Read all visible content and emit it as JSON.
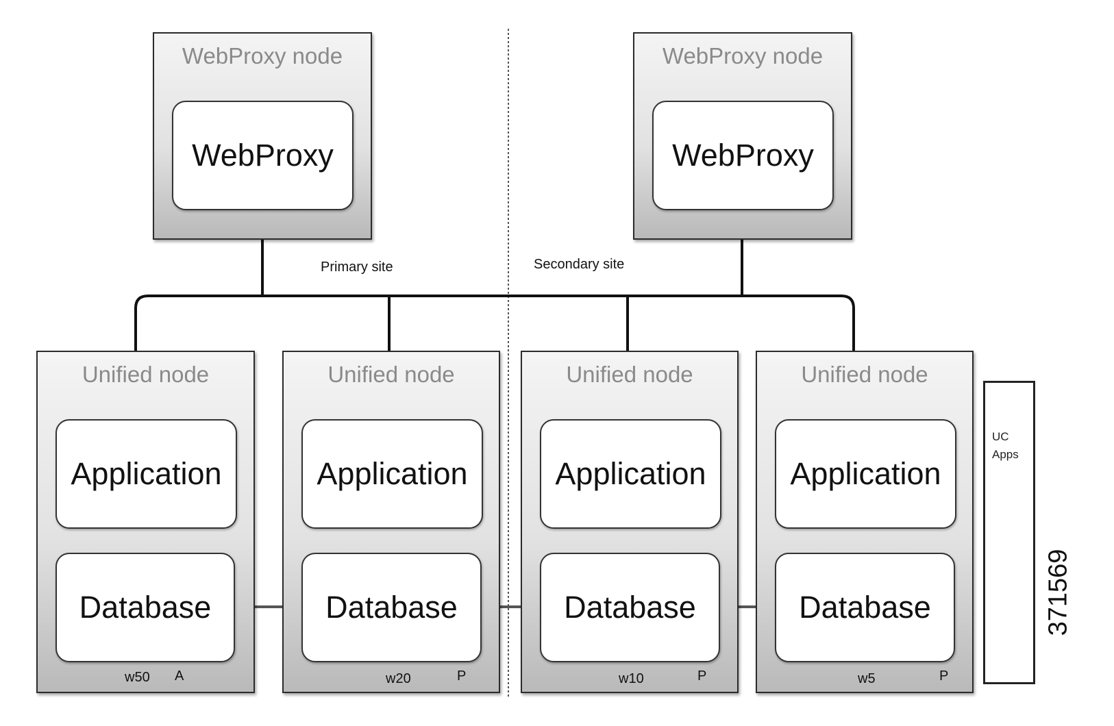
{
  "sites": {
    "primary_label": "Primary site",
    "secondary_label": "Secondary site"
  },
  "webproxy_nodes": [
    {
      "title": "WebProxy node",
      "component": "WebProxy"
    },
    {
      "title": "WebProxy node",
      "component": "WebProxy"
    }
  ],
  "unified_nodes": [
    {
      "title": "Unified node",
      "application": "Application",
      "database": "Database",
      "weight": "w50",
      "role": "A"
    },
    {
      "title": "Unified node",
      "application": "Application",
      "database": "Database",
      "weight": "w20",
      "role": "P"
    },
    {
      "title": "Unified node",
      "application": "Application",
      "database": "Database",
      "weight": "w10",
      "role": "P"
    },
    {
      "title": "Unified node",
      "application": "Application",
      "database": "Database",
      "weight": "w5",
      "role": "P"
    }
  ],
  "uc_apps": {
    "line1": "UC",
    "line2": "Apps"
  },
  "figure_id": "371569"
}
